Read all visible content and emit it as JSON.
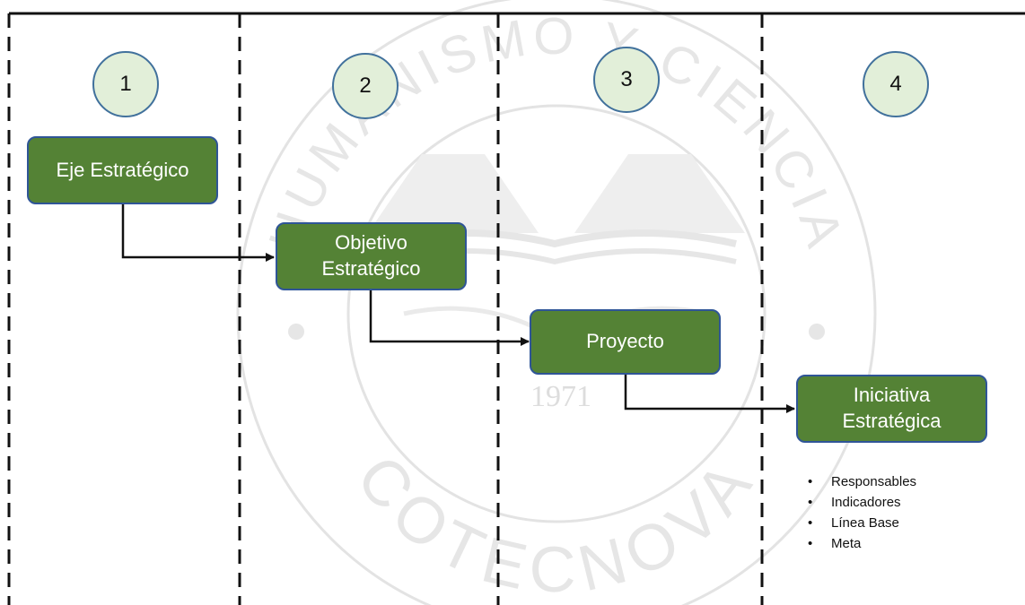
{
  "watermark": {
    "top_text": "HUMANISMO Y CIENCIA",
    "bottom_text": "COTECNOVA",
    "year": "1971"
  },
  "columns": [
    {
      "number": "1"
    },
    {
      "number": "2"
    },
    {
      "number": "3"
    },
    {
      "number": "4"
    }
  ],
  "nodes": {
    "eje": {
      "lines": [
        "Eje Estratégico"
      ]
    },
    "objetivo": {
      "lines": [
        "Objetivo",
        "Estratégico"
      ]
    },
    "proyecto": {
      "lines": [
        "Proyecto"
      ]
    },
    "iniciativa": {
      "lines": [
        "Iniciativa",
        "Estratégica"
      ]
    }
  },
  "iniciativa_details": [
    "Responsables",
    "Indicadores",
    "Línea Base",
    "Meta"
  ],
  "colors": {
    "node_fill": "#548235",
    "node_border": "#2f5597",
    "circle_fill": "#e2efd9",
    "circle_border": "#41719c",
    "watermark": "#e3e3e3"
  }
}
